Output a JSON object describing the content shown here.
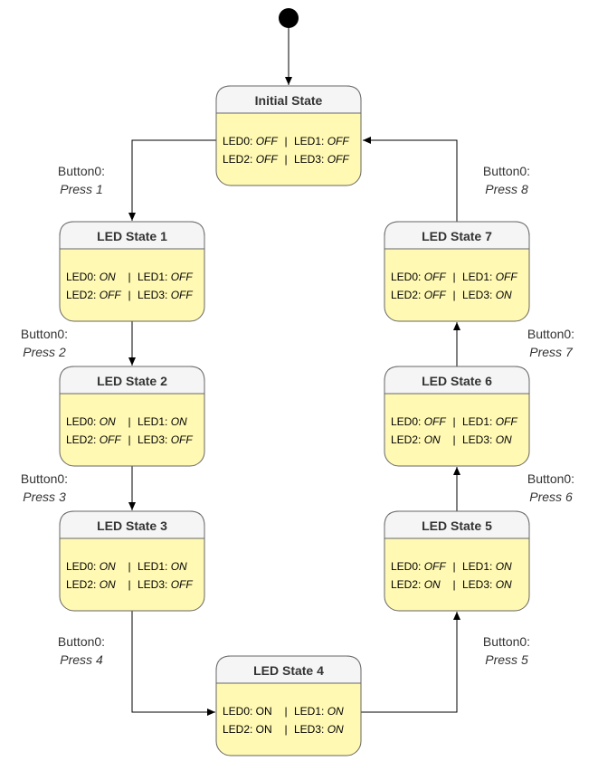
{
  "colors": {
    "header_fill": "#f5f5f5",
    "body_fill": "#fff9b3",
    "border": "#666666",
    "arrow": "#000000",
    "initial_node": "#000000"
  },
  "states": [
    {
      "id": "s0",
      "title": "Initial State",
      "row1": {
        "a": "LED0:",
        "av": "OFF",
        "sep": "|",
        "b": "LED1:",
        "bv": "OFF"
      },
      "row2": {
        "a": "LED2:",
        "av": "OFF",
        "sep": "|",
        "b": "LED3:",
        "bv": "OFF"
      }
    },
    {
      "id": "s1",
      "title": "LED State 1",
      "row1": {
        "a": "LED0:",
        "av": "ON",
        "sep": "|",
        "b": "LED1:",
        "bv": "OFF"
      },
      "row2": {
        "a": "LED2:",
        "av": "OFF",
        "sep": "|",
        "b": "LED3:",
        "bv": "OFF"
      }
    },
    {
      "id": "s2",
      "title": "LED State 2",
      "row1": {
        "a": "LED0:",
        "av": "ON",
        "sep": "|",
        "b": "LED1:",
        "bv": "ON"
      },
      "row2": {
        "a": "LED2:",
        "av": "OFF",
        "sep": "|",
        "b": "LED3:",
        "bv": "OFF"
      }
    },
    {
      "id": "s3",
      "title": "LED State 3",
      "row1": {
        "a": "LED0:",
        "av": "ON",
        "sep": "|",
        "b": "LED1:",
        "bv": "ON"
      },
      "row2": {
        "a": "LED2:",
        "av": "ON",
        "sep": "|",
        "b": "LED3:",
        "bv": "OFF"
      }
    },
    {
      "id": "s4",
      "title": "LED State 4",
      "row1": {
        "a": "LED0: ON",
        "av": "",
        "sep": "|",
        "b": "LED1:",
        "bv": "ON"
      },
      "row2": {
        "a": "LED2: ON",
        "av": "",
        "sep": "|",
        "b": "LED3:",
        "bv": "ON"
      }
    },
    {
      "id": "s5",
      "title": "LED State 5",
      "row1": {
        "a": "LED0:",
        "av": "OFF",
        "sep": "|",
        "b": "LED1:",
        "bv": "ON"
      },
      "row2": {
        "a": "LED2:",
        "av": "ON",
        "sep": "|",
        "b": "LED3:",
        "bv": "ON"
      }
    },
    {
      "id": "s6",
      "title": "LED State 6",
      "row1": {
        "a": "LED0:",
        "av": "OFF",
        "sep": "|",
        "b": "LED1:",
        "bv": "OFF"
      },
      "row2": {
        "a": "LED2:",
        "av": "ON",
        "sep": "|",
        "b": "LED3:",
        "bv": "ON"
      }
    },
    {
      "id": "s7",
      "title": "LED State 7",
      "row1": {
        "a": "LED0:",
        "av": "OFF",
        "sep": "|",
        "b": "LED1:",
        "bv": "OFF"
      },
      "row2": {
        "a": "LED2:",
        "av": "OFF",
        "sep": "|",
        "b": "LED3:",
        "bv": "ON"
      }
    }
  ],
  "triggers": [
    {
      "line1": "Button0:",
      "line2": "Press 1"
    },
    {
      "line1": "Button0:",
      "line2": "Press 2"
    },
    {
      "line1": "Button0:",
      "line2": "Press 3"
    },
    {
      "line1": "Button0:",
      "line2": "Press 4"
    },
    {
      "line1": "Button0:",
      "line2": "Press 5"
    },
    {
      "line1": "Button0:",
      "line2": "Press 6"
    },
    {
      "line1": "Button0:",
      "line2": "Press 7"
    },
    {
      "line1": "Button0:",
      "line2": "Press 8"
    }
  ]
}
